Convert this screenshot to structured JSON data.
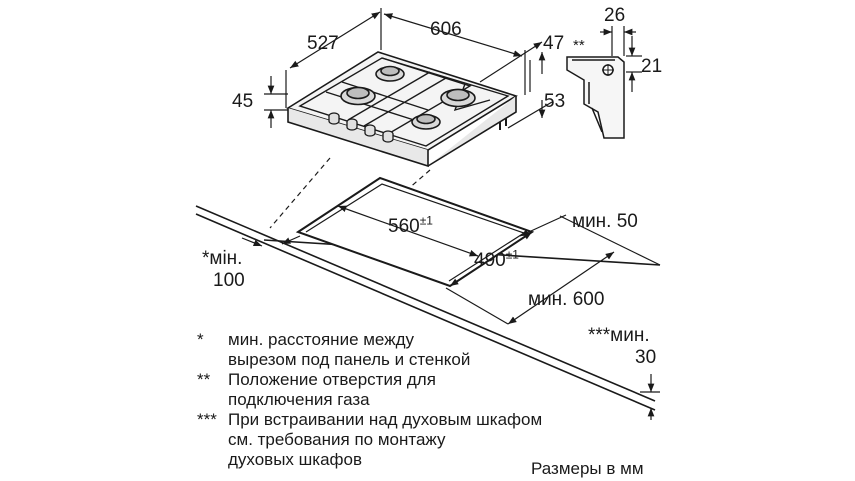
{
  "dimensions": {
    "width_606": "606",
    "depth_527": "527",
    "height_45": "45",
    "offset_47": "47",
    "double_star": "**",
    "offset_53": "53",
    "profile_26": "26",
    "profile_21": "21",
    "cutout_width": "560",
    "cutout_width_tol": "±1",
    "cutout_depth": "490",
    "cutout_depth_tol": "±1",
    "min_50": "мин. 50",
    "min_600": "мин. 600",
    "min_100_star": "*мін.",
    "min_100_value": "100",
    "min_30_star": "***мин.",
    "min_30_value": "30"
  },
  "footnotes": [
    {
      "mark": "*",
      "lines": [
        "мин. расстояние между",
        "вырезом под панель и стенкой"
      ]
    },
    {
      "mark": "**",
      "lines": [
        "Положение отверстия для",
        "подключения газа"
      ]
    },
    {
      "mark": "***",
      "lines": [
        "При встраивании над духовым шкафом",
        "см. требования по монтажу",
        "духовых шкафов"
      ]
    }
  ],
  "units_note": "Размеры в мм",
  "colors": {
    "line": "#1a1a1a",
    "hob_fill": "#f4f4f4",
    "burner_fill": "#d9d9d9"
  }
}
